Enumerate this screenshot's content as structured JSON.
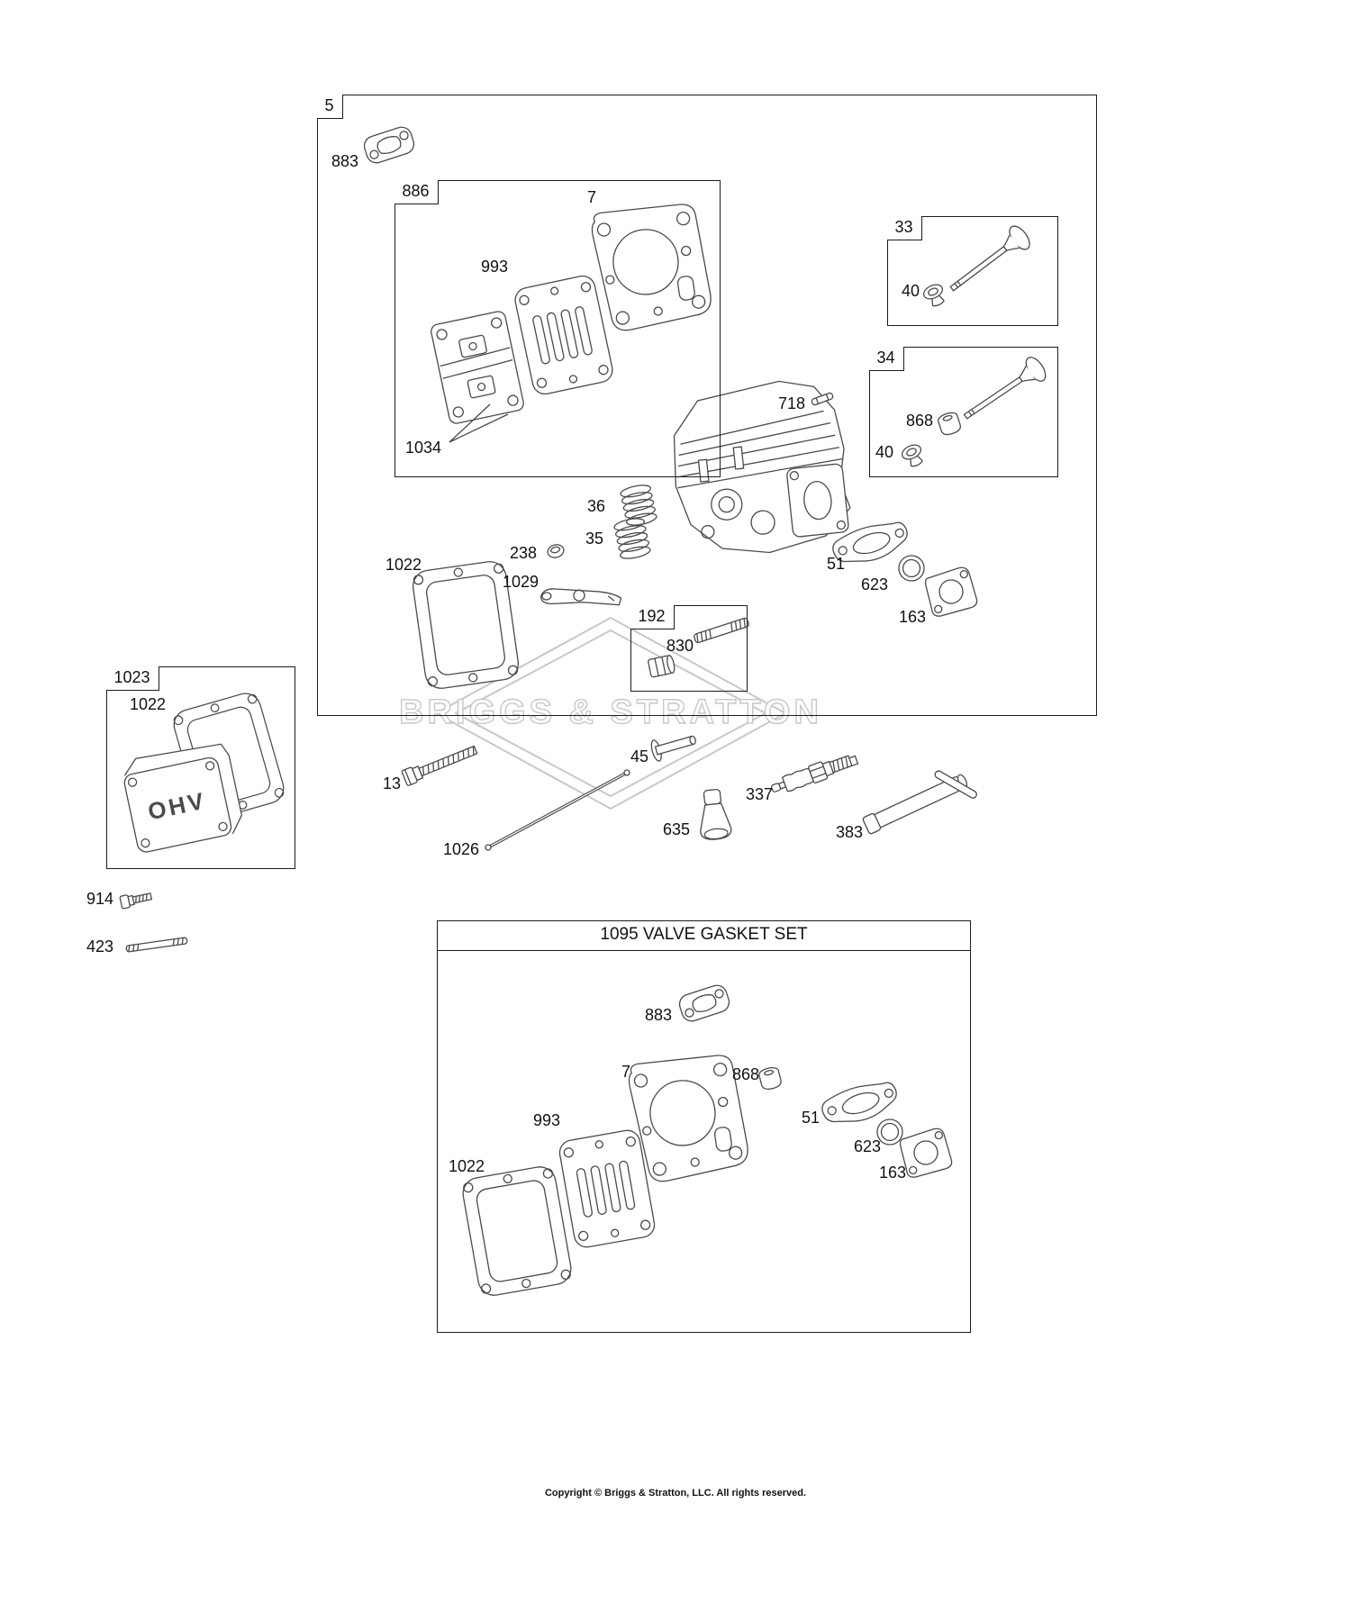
{
  "labels": {
    "5": "5",
    "7": "7",
    "13": "13",
    "33": "33",
    "34": "34",
    "35": "35",
    "36": "36",
    "40": "40",
    "45": "45",
    "51": "51",
    "163": "163",
    "192": "192",
    "238": "238",
    "337": "337",
    "383": "383",
    "423": "423",
    "623": "623",
    "635": "635",
    "718": "718",
    "830": "830",
    "868": "868",
    "883": "883",
    "886": "886",
    "914": "914",
    "993": "993",
    "1022": "1022",
    "1023": "1023",
    "1026": "1026",
    "1029": "1029",
    "1034": "1034",
    "1095_title": "1095 VALVE GASKET SET"
  },
  "cover": {
    "embossed_text": "OHV"
  },
  "watermark": {
    "text": "BRIGGS & STRATTON"
  },
  "footer": {
    "text": "Copyright © Briggs & Stratton, LLC. All rights reserved."
  }
}
